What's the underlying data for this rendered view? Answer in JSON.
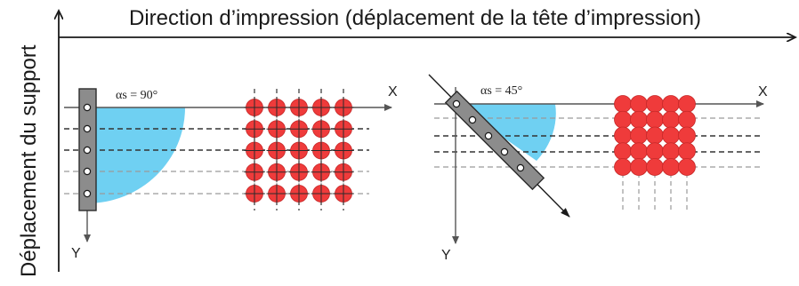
{
  "labels": {
    "print_direction": "Direction d’impression (déplacement de la tête d’impression)",
    "substrate_motion": "Déplacement du support"
  },
  "panels": [
    {
      "id": "left",
      "angle_label": "αs = 90°",
      "x_axis": "X",
      "y_axis": "Y",
      "nozzle_count": 5,
      "dot_grid": {
        "rows": 5,
        "cols": 5
      }
    },
    {
      "id": "right",
      "angle_label": "αs = 45°",
      "x_axis": "X",
      "y_axis": "Y",
      "nozzle_count": 5,
      "dot_grid": {
        "rows": 5,
        "cols": 5
      }
    }
  ],
  "colors": {
    "axis": "#1a1a1a",
    "diagram_axis": "#555555",
    "printhead_fill": "#8c8c8c",
    "printhead_stroke": "#2b2b2b",
    "sector_fill": "#6fd0f2",
    "drop_fill": "#ef3b3b",
    "drop_edge": "#c62828",
    "dash_dark": "#333333",
    "dash_light": "#9a9a9a"
  }
}
